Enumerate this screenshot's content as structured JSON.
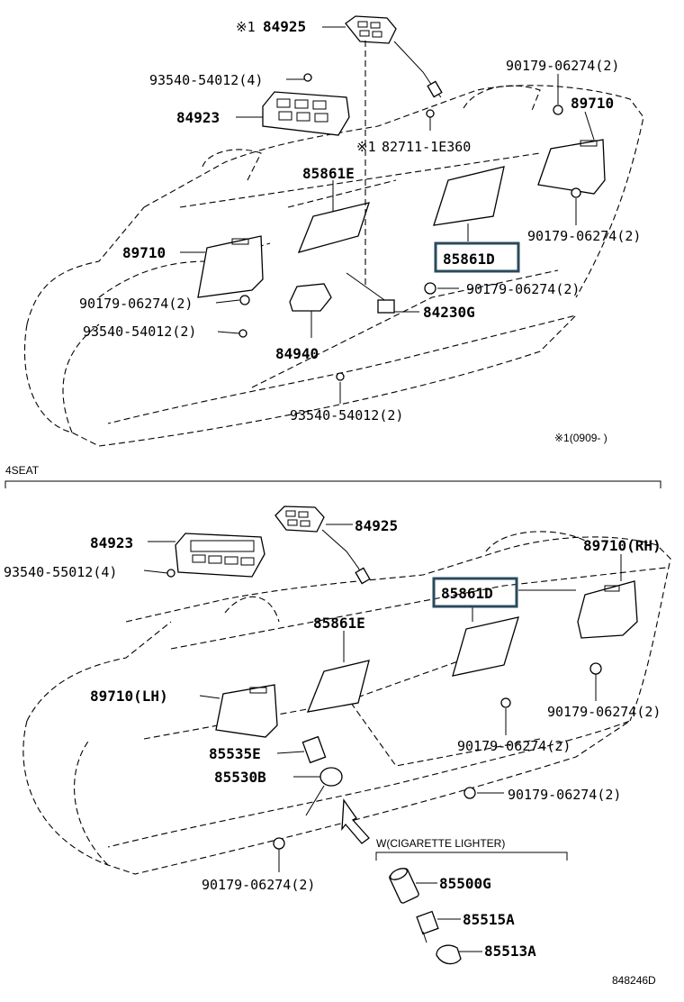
{
  "top": {
    "labels": {
      "p84925_mark": "※1",
      "p84925": "84925",
      "p93540_54012_4": "93540-54012(4)",
      "p84923": "84923",
      "p82711_mark": "※1",
      "p82711": "82711-1E360",
      "p85861e": "85861E",
      "p90179_top_right": "90179-06274(2)",
      "p89710_right": "89710",
      "p90179_right_mid": "90179-06274(2)",
      "p89710_left": "89710",
      "p85861d": "85861D",
      "p90179_left": "90179-06274(2)",
      "p90179_center": "90179-06274(2)",
      "p93540_54012_2_left": "93540-54012(2)",
      "p84230g": "84230G",
      "p84940": "84940",
      "p93540_54012_2_bottom": "93540-54012(2)",
      "note": "※1(0909-      )"
    }
  },
  "section": {
    "title": "4SEAT"
  },
  "bottom": {
    "labels": {
      "p84925": "84925",
      "p84923": "84923",
      "p93540_55012_4": "93540-55012(4)",
      "p85861d": "85861D",
      "p89710_rh": "89710(RH)",
      "p85861e": "85861E",
      "p89710_lh": "89710(LH)",
      "p90179_right": "90179-06274(2)",
      "p90179_mid": "90179-06274(2)",
      "p85535e": "85535E",
      "p85530b": "85530B",
      "p90179_lower": "90179-06274(2)",
      "p90179_bottom": "90179-06274(2)"
    },
    "inset": {
      "title": "W(CIGARETTE LIGHTER)",
      "p85500g": "85500G",
      "p85515a": "85515A",
      "p85513a": "85513A"
    }
  },
  "footer": {
    "code": "848246D"
  },
  "colors": {
    "highlight": "#2a4a5c"
  }
}
